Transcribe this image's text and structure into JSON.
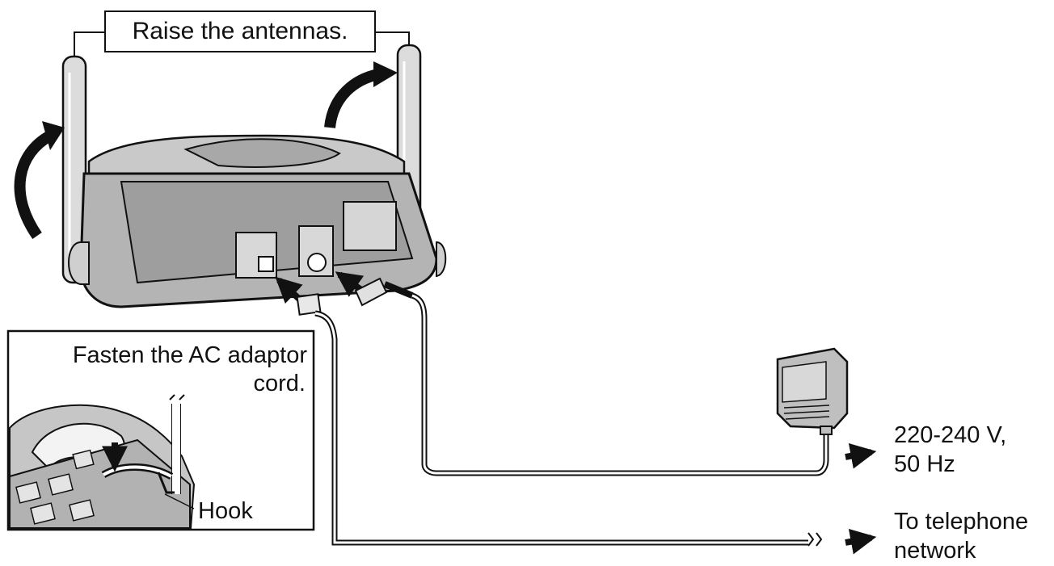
{
  "labels": {
    "antennas": "Raise the antennas.",
    "fasten_line1": "Fasten the AC adaptor",
    "fasten_line2": "cord.",
    "hook": "Hook",
    "power_line1": "220-240 V,",
    "power_line2": "50 Hz",
    "tel_line1": "To telephone",
    "tel_line2": "network"
  },
  "colors": {
    "line": "#111111",
    "body_fill": "#b8b8b8",
    "body_dark": "#8c8c8c",
    "light": "#e2e2e2"
  }
}
